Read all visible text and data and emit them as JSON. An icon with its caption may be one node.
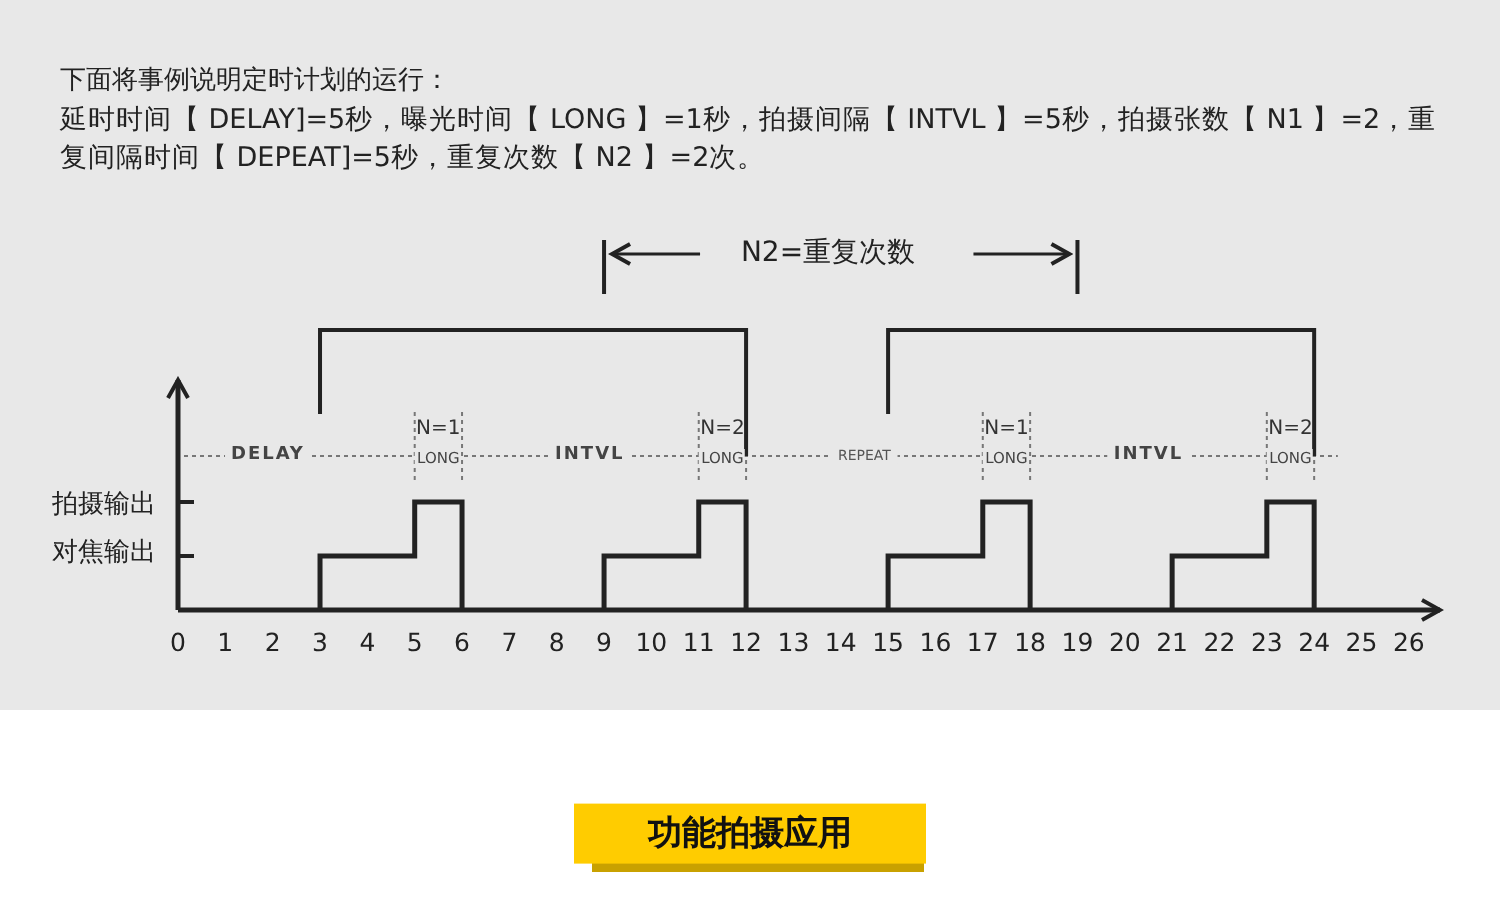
{
  "diagram": {
    "labels": [
      "下面将事例说明定时计划的运行：",
      "延时时间【 DELAY]=5秒，曝光时间【 LONG 】=1秒，拍摄间隔【 INTVL 】=5秒，拍摄张数【 N1 】=2，重复间隔时间【 DEPEAT]=5秒，重复次数【 N2 】=2次。",
      "N2=重复次数",
      "DELAY",
      "N=1",
      "LONG",
      "INTVL",
      "N=2",
      "LONG",
      "REPEAT",
      "N=1",
      "LONG",
      "INTVL",
      "N=2",
      "LONG",
      "拍摄输出",
      "对焦输出",
      "0",
      "1",
      "2",
      "3",
      "4",
      "5",
      "6",
      "7",
      "8",
      "9",
      "10",
      "11",
      "12",
      "13",
      "14",
      "15",
      "16",
      "17",
      "18",
      "19",
      "20",
      "21",
      "22",
      "23",
      "24",
      "25",
      "26",
      "功能拍摄应用"
    ]
  }
}
